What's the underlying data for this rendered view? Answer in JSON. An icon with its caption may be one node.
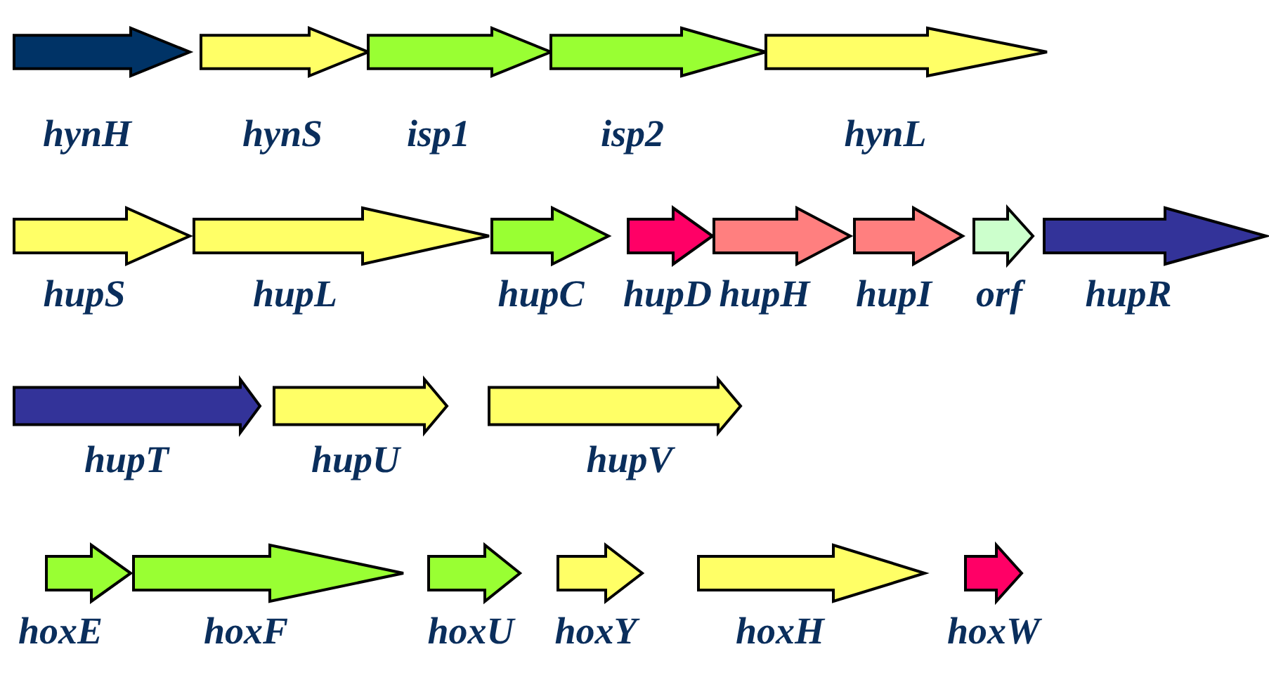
{
  "diagram": {
    "nodes": [
      {
        "text": [
          "hynH"
        ]
      },
      {
        "text": [
          "hynS"
        ]
      },
      {
        "text": [
          "isp1"
        ]
      },
      {
        "text": [
          "isp2"
        ]
      },
      {
        "text": [
          "hynL"
        ]
      },
      {
        "text": [
          "hupS"
        ]
      },
      {
        "text": [
          "hupL"
        ]
      },
      {
        "text": [
          "hupC"
        ]
      },
      {
        "text": [
          "hupD"
        ]
      },
      {
        "text": [
          "hupH"
        ]
      },
      {
        "text": [
          "hupI"
        ]
      },
      {
        "text": [
          "orf"
        ]
      },
      {
        "text": [
          "hupR"
        ]
      },
      {
        "text": [
          "hupT"
        ]
      },
      {
        "text": [
          "hupU"
        ]
      },
      {
        "text": [
          "hupV"
        ]
      },
      {
        "text": [
          "hoxE"
        ]
      },
      {
        "text": [
          "hoxF"
        ]
      },
      {
        "text": [
          "hoxU"
        ]
      },
      {
        "text": [
          "hoxY"
        ]
      },
      {
        "text": [
          "hoxH"
        ]
      },
      {
        "text": [
          "hoxW"
        ]
      }
    ]
  }
}
